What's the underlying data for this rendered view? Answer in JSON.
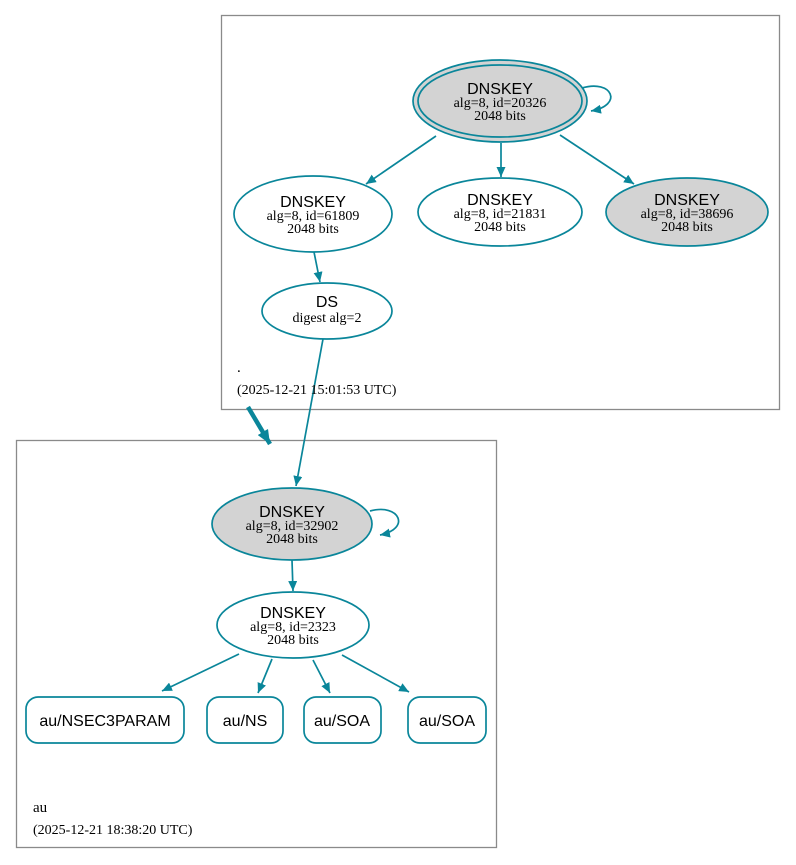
{
  "diagram_type": "dnssec-authentication-graph",
  "colors": {
    "edge_secure": "#0a869a",
    "node_border": "#0a869a",
    "node_fill_ksk": "#d3d3d3",
    "node_fill_zsk": "#ffffff",
    "cluster_border": "#8a8a8a",
    "text": "#000000",
    "background": "#ffffff"
  },
  "zones": {
    "root": {
      "label": ".",
      "timestamp": "(2025-12-21 15:01:53 UTC)"
    },
    "au": {
      "label": "au",
      "timestamp": "(2025-12-21 18:38:20 UTC)"
    }
  },
  "nodes": {
    "root_ksk_20326": {
      "title": "DNSKEY",
      "line2": "alg=8, id=20326",
      "line3": "2048 bits"
    },
    "root_dnskey_61809": {
      "title": "DNSKEY",
      "line2": "alg=8, id=61809",
      "line3": "2048 bits"
    },
    "root_dnskey_21831": {
      "title": "DNSKEY",
      "line2": "alg=8, id=21831",
      "line3": "2048 bits"
    },
    "root_dnskey_38696": {
      "title": "DNSKEY",
      "line2": "alg=8, id=38696",
      "line3": "2048 bits"
    },
    "ds_au": {
      "title": "DS",
      "line2": "digest alg=2"
    },
    "au_ksk_32902": {
      "title": "DNSKEY",
      "line2": "alg=8, id=32902",
      "line3": "2048 bits"
    },
    "au_zsk_2323": {
      "title": "DNSKEY",
      "line2": "alg=8, id=2323",
      "line3": "2048 bits"
    },
    "au_nsec3param": {
      "label": "au/NSEC3PARAM"
    },
    "au_ns": {
      "label": "au/NS"
    },
    "au_soa_1": {
      "label": "au/SOA"
    },
    "au_soa_2": {
      "label": "au/SOA"
    }
  },
  "edges": [
    {
      "from": "root_ksk_20326",
      "to": "root_ksk_20326",
      "kind": "self-signature"
    },
    {
      "from": "root_ksk_20326",
      "to": "root_dnskey_61809",
      "kind": "signature"
    },
    {
      "from": "root_ksk_20326",
      "to": "root_dnskey_21831",
      "kind": "signature"
    },
    {
      "from": "root_ksk_20326",
      "to": "root_dnskey_38696",
      "kind": "signature"
    },
    {
      "from": "root_dnskey_61809",
      "to": "ds_au",
      "kind": "signature"
    },
    {
      "from": "ds_au",
      "to": "au_ksk_32902",
      "kind": "delegation-digest"
    },
    {
      "from": "root_zone",
      "to": "au_zone",
      "kind": "zone-delegation"
    },
    {
      "from": "au_ksk_32902",
      "to": "au_ksk_32902",
      "kind": "self-signature"
    },
    {
      "from": "au_ksk_32902",
      "to": "au_zsk_2323",
      "kind": "signature"
    },
    {
      "from": "au_zsk_2323",
      "to": "au_nsec3param",
      "kind": "signature"
    },
    {
      "from": "au_zsk_2323",
      "to": "au_ns",
      "kind": "signature"
    },
    {
      "from": "au_zsk_2323",
      "to": "au_soa_1",
      "kind": "signature"
    },
    {
      "from": "au_zsk_2323",
      "to": "au_soa_2",
      "kind": "signature"
    }
  ]
}
